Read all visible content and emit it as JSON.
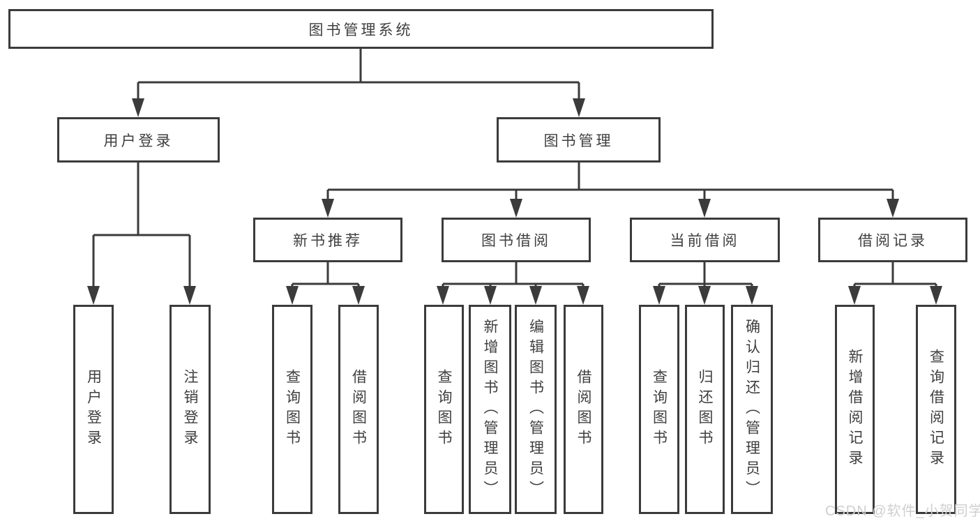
{
  "tree": {
    "root": "图书管理系统",
    "children": [
      {
        "label": "用户登录",
        "leaves": [
          "用户登录",
          "注销登录"
        ]
      },
      {
        "label": "图书管理",
        "children": [
          {
            "label": "新书推荐",
            "leaves": [
              "查询图书",
              "借阅图书"
            ]
          },
          {
            "label": "图书借阅",
            "leaves": [
              "查询图书",
              "新增图书（管理员）",
              "编辑图书（管理员）",
              "借阅图书"
            ]
          },
          {
            "label": "当前借阅",
            "leaves": [
              "查询图书",
              "归还图书",
              "确认归还（管理员）"
            ]
          },
          {
            "label": "借阅记录",
            "leaves": [
              "新增借阅记录",
              "查询借阅记录"
            ]
          }
        ]
      }
    ]
  },
  "watermark": "CSDN @软件_小贺同学",
  "colors": {
    "line": "#3b3b3b",
    "text": "#3f3f3f",
    "watermark": "#cfcfcf",
    "background": "#ffffff"
  }
}
